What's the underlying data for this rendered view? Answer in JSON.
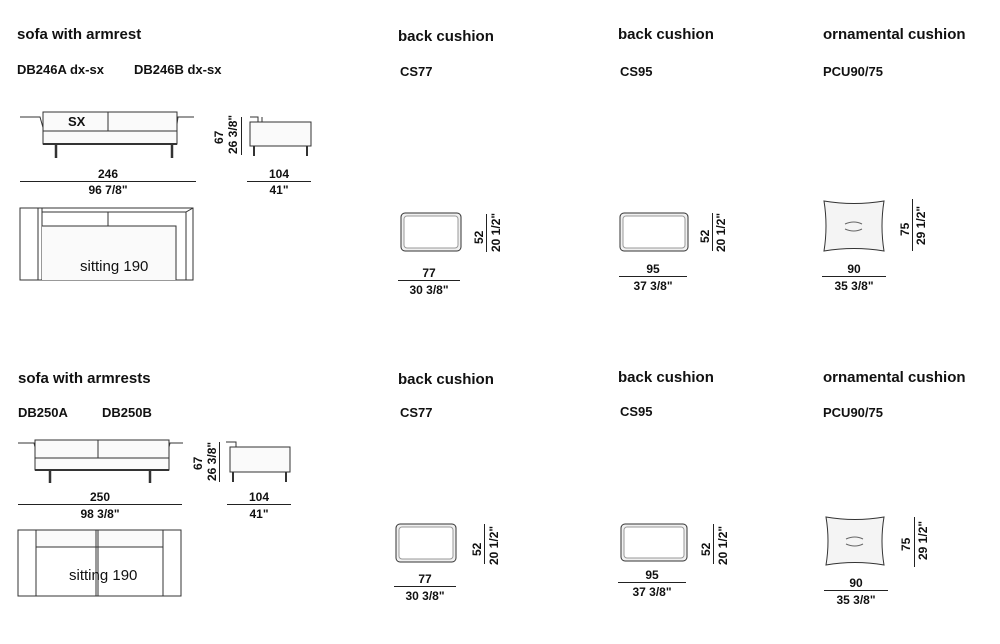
{
  "row1": {
    "sofa": {
      "title": "sofa with armrest",
      "code_a": "DB246A dx-sx",
      "code_b": "DB246B dx-sx",
      "side_label": "SX",
      "width_cm": "246",
      "width_in": "96 7/8\"",
      "height_cm": "67",
      "height_in": "26 3/8\"",
      "depth_cm": "104",
      "depth_in": "41\"",
      "sitting": "sitting 190"
    },
    "cushion1": {
      "title": "back cushion",
      "code": "CS77",
      "w_cm": "77",
      "w_in": "30 3/8\"",
      "h_cm": "52",
      "h_in": "20 1/2\""
    },
    "cushion2": {
      "title": "back cushion",
      "code": "CS95",
      "w_cm": "95",
      "w_in": "37 3/8\"",
      "h_cm": "52",
      "h_in": "20 1/2\""
    },
    "cushion3": {
      "title": "ornamental cushion",
      "code": "PCU90/75",
      "w_cm": "90",
      "w_in": "35 3/8\"",
      "h_cm": "75",
      "h_in": "29 1/2\""
    }
  },
  "row2": {
    "sofa": {
      "title": "sofa with armrests",
      "code_a": "DB250A",
      "code_b": "DB250B",
      "width_cm": "250",
      "width_in": "98 3/8\"",
      "height_cm": "67",
      "height_in": "26 3/8\"",
      "depth_cm": "104",
      "depth_in": "41\"",
      "sitting": "sitting 190"
    },
    "cushion1": {
      "title": "back cushion",
      "code": "CS77",
      "w_cm": "77",
      "w_in": "30 3/8\"",
      "h_cm": "52",
      "h_in": "20 1/2\""
    },
    "cushion2": {
      "title": "back cushion",
      "code": "CS95",
      "w_cm": "95",
      "w_in": "37 3/8\"",
      "h_cm": "52",
      "h_in": "20 1/2\""
    },
    "cushion3": {
      "title": "ornamental cushion",
      "code": "PCU90/75",
      "w_cm": "90",
      "w_in": "35 3/8\"",
      "h_cm": "75",
      "h_in": "29 1/2\""
    }
  }
}
